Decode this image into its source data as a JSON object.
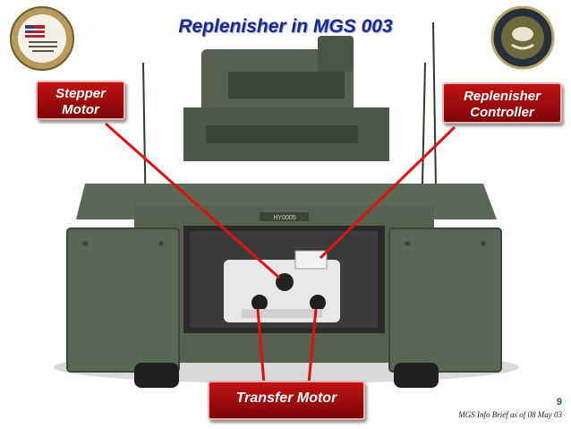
{
  "title": "Replenisher in MGS 003",
  "callouts": {
    "stepper": [
      "Stepper",
      "Motor"
    ],
    "controller": [
      "Replenisher",
      "Controller"
    ],
    "transfer": "Transfer Motor"
  },
  "vehicle": {
    "bumper_number": "HY0005"
  },
  "footer": {
    "page_number": "9",
    "brief_label": "MGS Info Brief as of  08 May 03"
  },
  "colors": {
    "title": "#1b2a8c",
    "callout_fill": "#a50d0d",
    "arrow": "#e01010",
    "vehicle": "#4d5a4a"
  },
  "icons": {
    "left_seal": "program-executive-office-seal-icon",
    "right_seal": "project-manager-brigade-combat-team-seal-icon"
  }
}
